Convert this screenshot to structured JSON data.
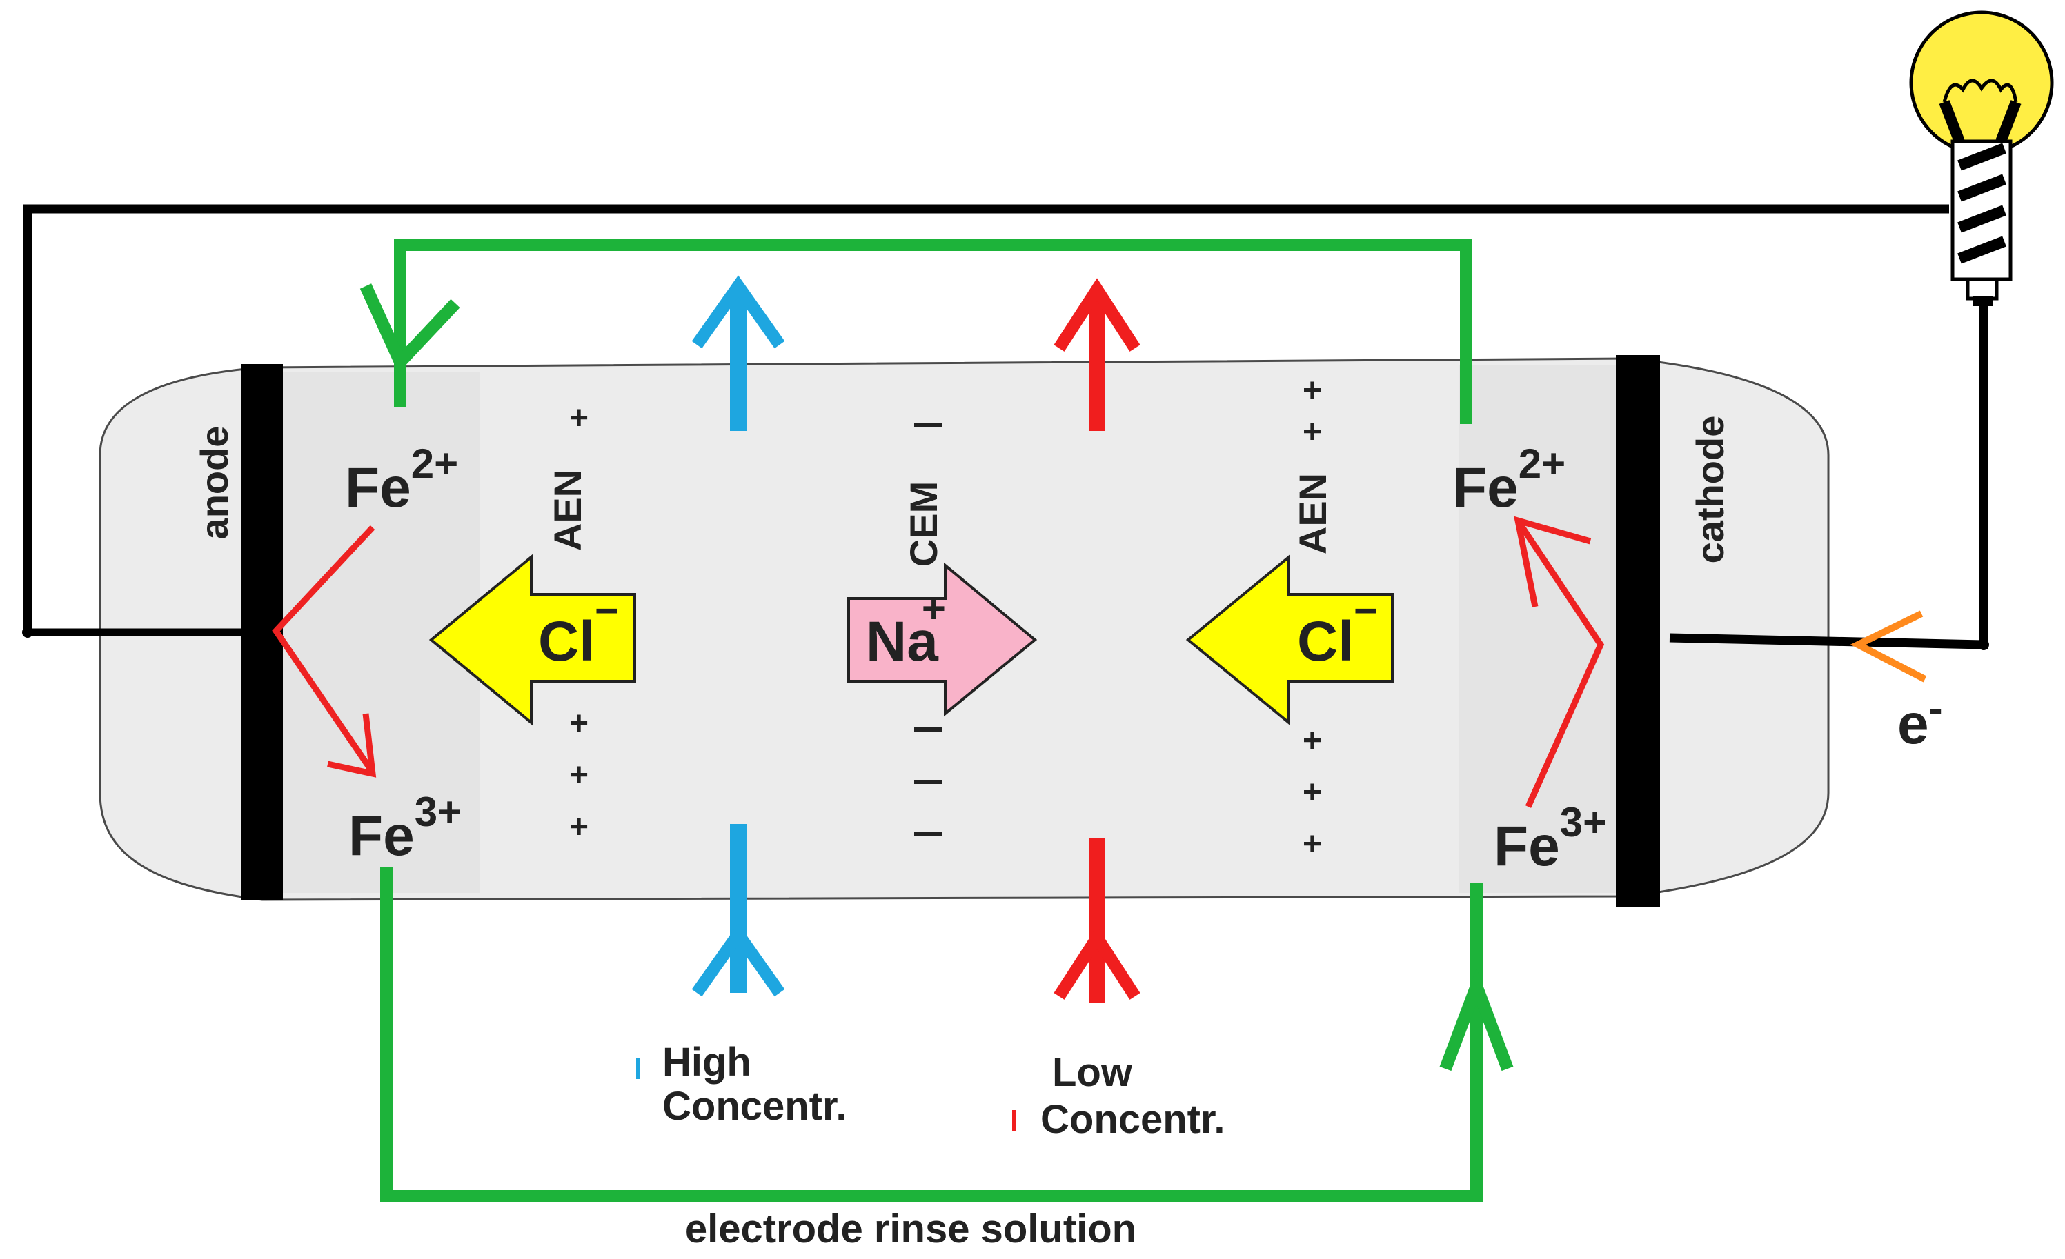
{
  "electrodes": {
    "anode_label": "anode",
    "cathode_label": "cathode"
  },
  "ions": {
    "anode_fe2": {
      "base": "Fe",
      "charge": "2+"
    },
    "anode_fe3": {
      "base": "Fe",
      "charge": "3+"
    },
    "cathode_fe2": {
      "base": "Fe",
      "charge": "2+"
    },
    "cathode_fe3": {
      "base": "Fe",
      "charge": "3+"
    },
    "chloride_left": {
      "base": "Cl",
      "charge": "−"
    },
    "sodium": {
      "base": "Na",
      "charge": "+"
    },
    "chloride_right": {
      "base": "Cl",
      "charge": "−"
    }
  },
  "membranes": {
    "left": "AEN",
    "middle": "CEM",
    "right": "AEN"
  },
  "electron": {
    "base": "e",
    "charge": "-"
  },
  "streams": {
    "high_line1": "High",
    "high_line2": "Concentr.",
    "low_line1": "Low",
    "low_line2": "Concentr."
  },
  "rinse_label": "electrode rinse solution",
  "colors": {
    "wire": "#000000",
    "rinse_loop": "#1db33a",
    "high_concentration": "#1ea6e0",
    "low_concentration": "#f01e1e",
    "redox": "#ee2222",
    "chloride_arrow": "#ffff00",
    "sodium_arrow": "#f9b3c9",
    "electron_arrow": "#ff8a1d",
    "cell_fill": "#ececec",
    "bulb": "#ffee44"
  },
  "icons": {
    "bulb": "light-bulb-icon"
  }
}
